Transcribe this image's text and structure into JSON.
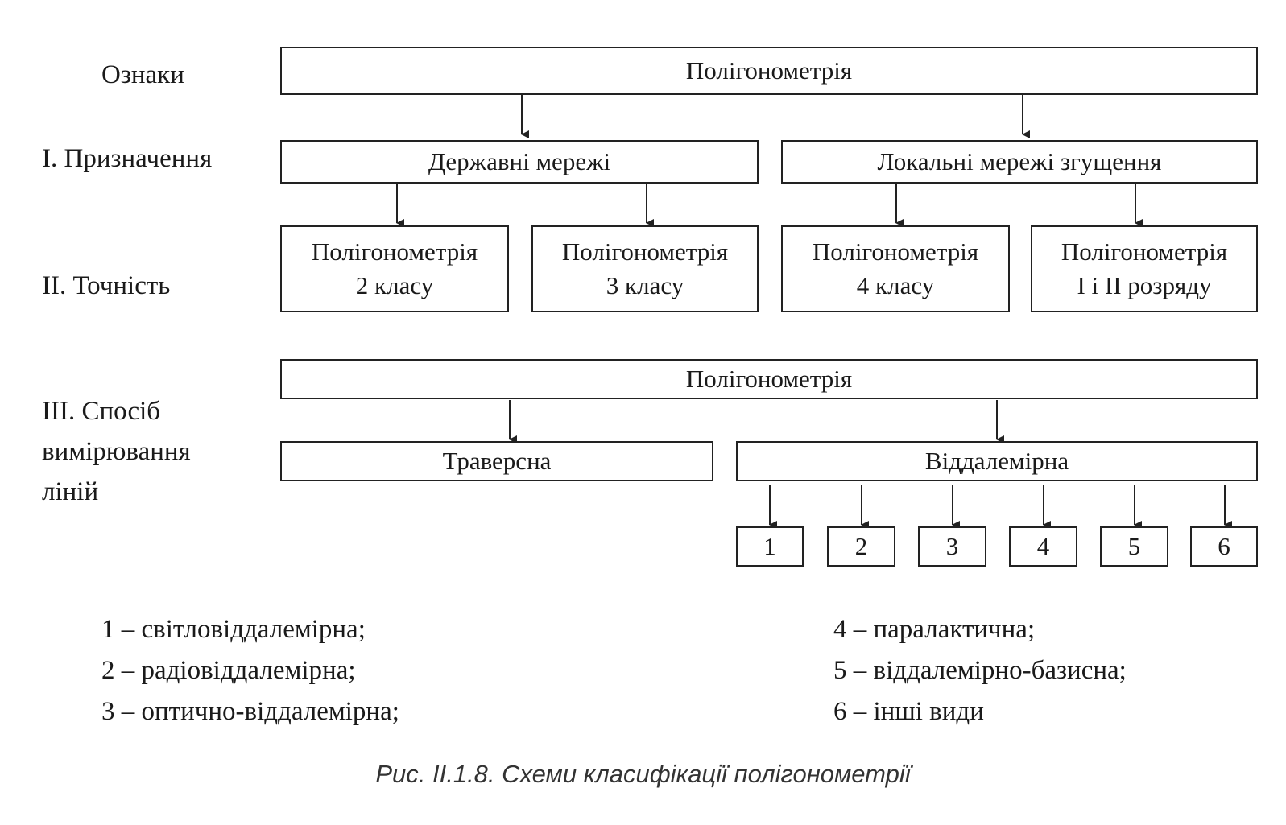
{
  "criteria": {
    "header": "Ознаки",
    "purpose": "І. Призначення",
    "accuracy": "ІІ. Точність",
    "method": [
      "ІІІ. Спосіб",
      "вимірювання",
      "ліній"
    ]
  },
  "top_box": "Полігонометрія",
  "purpose_boxes": [
    "Державні мережі",
    "Локальні мережі згущення"
  ],
  "accuracy_boxes": [
    [
      "Полігонометрія",
      "2 класу"
    ],
    [
      "Полігонометрія",
      "3 класу"
    ],
    [
      "Полігонометрія",
      "4 класу"
    ],
    [
      "Полігонометрія",
      "І і ІІ розряду"
    ]
  ],
  "method_top_box": "Полігонометрія",
  "method_boxes": [
    "Траверсна",
    "Віддалемірна"
  ],
  "number_boxes": [
    "1",
    "2",
    "3",
    "4",
    "5",
    "6"
  ],
  "legend": [
    "1 – світловіддалемірна;",
    "2 – радіовіддалемірна;",
    "3 – оптично-віддалемірна;",
    "4 – паралактична;",
    "5 – віддалемірно-базисна;",
    "6 – інші види"
  ],
  "caption": "Рис. ІІ.1.8. Схеми класифікації полігонометрії"
}
